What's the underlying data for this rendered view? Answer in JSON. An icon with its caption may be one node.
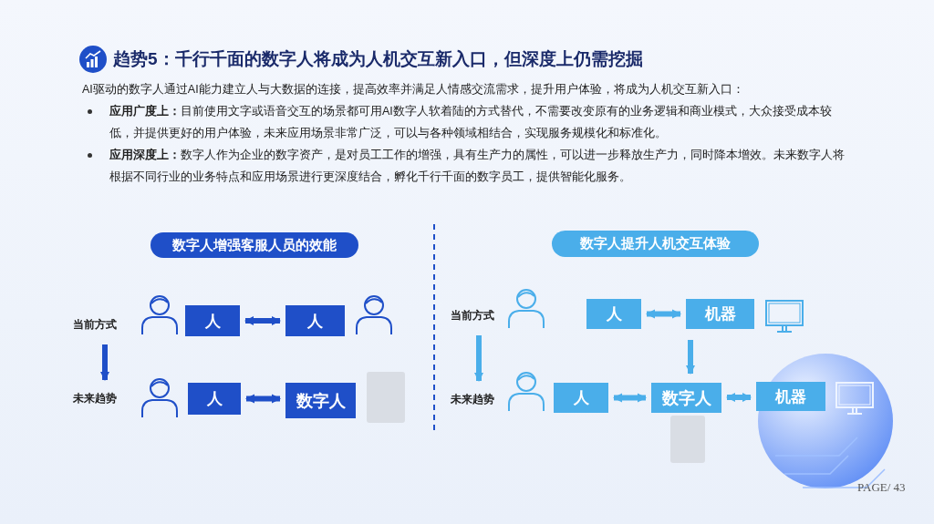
{
  "diagram": {
    "title": "趋势5：千行千面的数字人将成为人机交互新入口，但深度上仍需挖掘",
    "nodes": [
      {
        "text": [
          "数字人增强客服人员的效能"
        ]
      },
      {
        "text": [
          "当前方式"
        ]
      },
      {
        "text": [
          "人"
        ]
      },
      {
        "text": [
          "人"
        ]
      },
      {
        "text": [
          "未来趋势"
        ]
      },
      {
        "text": [
          "人"
        ]
      },
      {
        "text": [
          "数字人"
        ]
      },
      {
        "text": [
          "数字人提升人机交互体验"
        ]
      },
      {
        "text": [
          "当前方式"
        ]
      },
      {
        "text": [
          "人"
        ]
      },
      {
        "text": [
          "机器"
        ]
      },
      {
        "text": [
          "未来趋势"
        ]
      },
      {
        "text": [
          "人"
        ]
      },
      {
        "text": [
          "数字人"
        ]
      },
      {
        "text": [
          "机器"
        ]
      }
    ],
    "edges": [
      {
        "from": 2,
        "to": 3,
        "arrow": "both",
        "color": "#1f4fc8"
      },
      {
        "from": 1,
        "to": 4,
        "arrow": "to",
        "color": "#1f4fc8"
      },
      {
        "from": 5,
        "to": 6,
        "arrow": "both",
        "color": "#1f4fc8"
      },
      {
        "from": 9,
        "to": 10,
        "arrow": "both"
      },
      {
        "from": 8,
        "to": 11,
        "arrow": "to"
      },
      {
        "from": 10,
        "to": 13,
        "arrow": "to"
      },
      {
        "from": 12,
        "to": 13,
        "arrow": "both"
      },
      {
        "from": 13,
        "to": 14,
        "arrow": "both"
      }
    ],
    "labels": [
      "AI驱动的数字人通过AI能力建立人与大数据的连接，提高效率并满足人情感交流需求，提升用户体验，将成为人机交互新入口：",
      "**应用广度上：**目前使用文字或语音交互的场景都可用AI数字人软着陆的方式替代，不需要改变原有的业务逻辑和商业模式，大众接受成本较低，并提供更好的用户体验，未来应用场景非常广泛，可以与各种领域相结合，实现服务规模化和标准化。",
      "**应用深度上：**数字人作为企业的数字资产，是对员工工作的增强，具有生产力的属性，可以进一步释放生产力，同时降本增效。未来数字人将根据不同行业的业务特点和应用场景进行更深度结合，孵化千行千面的数字员工，提供智能化服务。",
      "PAGE/ 43"
    ]
  }
}
